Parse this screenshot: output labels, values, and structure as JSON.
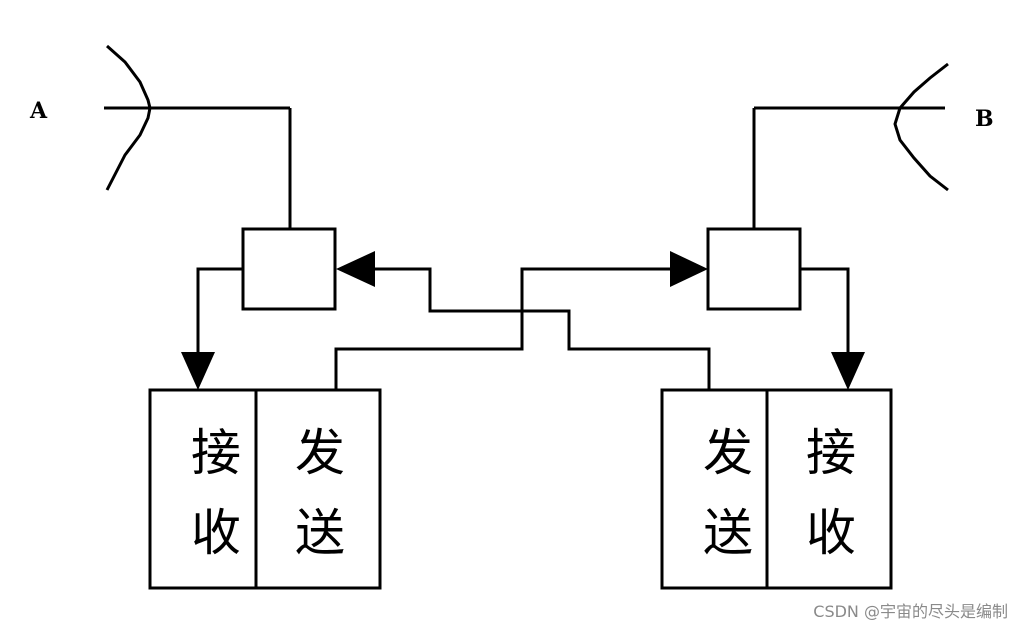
{
  "stations": {
    "a_label": "A",
    "b_label": "B"
  },
  "left_unit": {
    "receive": [
      "接",
      "收"
    ],
    "send": [
      "发",
      "送"
    ]
  },
  "right_unit": {
    "send": [
      "发",
      "送"
    ],
    "receive": [
      "接",
      "收"
    ]
  },
  "watermark": "CSDN @宇宙的尽头是编制"
}
